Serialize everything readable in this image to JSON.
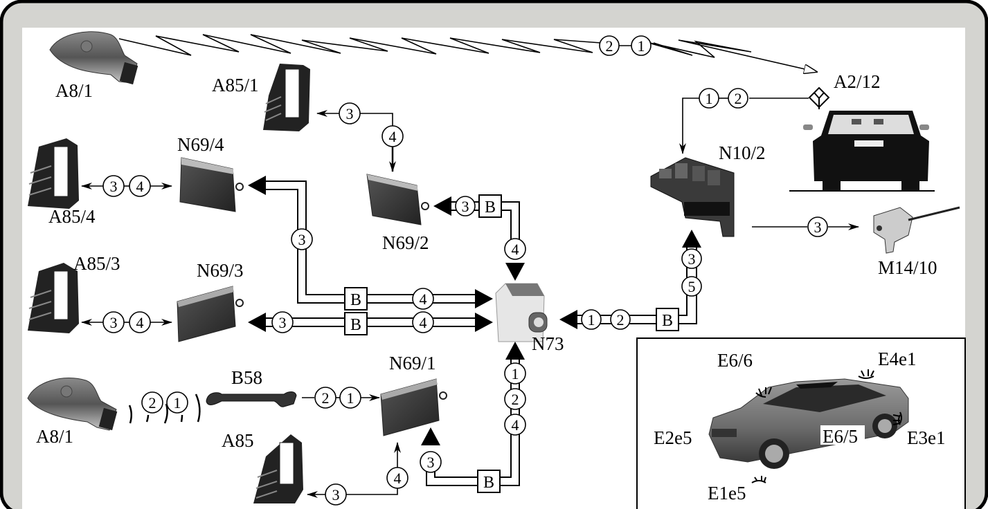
{
  "diagram": {
    "title": "Keyless-Go / central locking signal flow",
    "components": {
      "a8_1_top": "A8/1",
      "a8_1_bottom": "A8/1",
      "a85_1": "A85/1",
      "a85_4": "A85/4",
      "a85_3": "A85/3",
      "a85": "A85",
      "n69_4": "N69/4",
      "n69_3": "N69/3",
      "n69_2": "N69/2",
      "n69_1": "N69/1",
      "n73": "N73",
      "n10_2": "N10/2",
      "a2_12": "A2/12",
      "m14_10": "M14/10",
      "b58": "B58"
    },
    "signals": {
      "s1": "1",
      "s2": "2",
      "s3": "3",
      "s4": "4",
      "s5": "5"
    },
    "bus_label": "B",
    "inset": {
      "lights": [
        "E6/6",
        "E4e1",
        "E2e5",
        "E6/5",
        "E3e1",
        "E1e5"
      ]
    },
    "colors": {
      "frame_bg": "#d4d4d0",
      "frame_border": "#000000",
      "canvas": "#ffffff",
      "line": "#000000"
    }
  }
}
